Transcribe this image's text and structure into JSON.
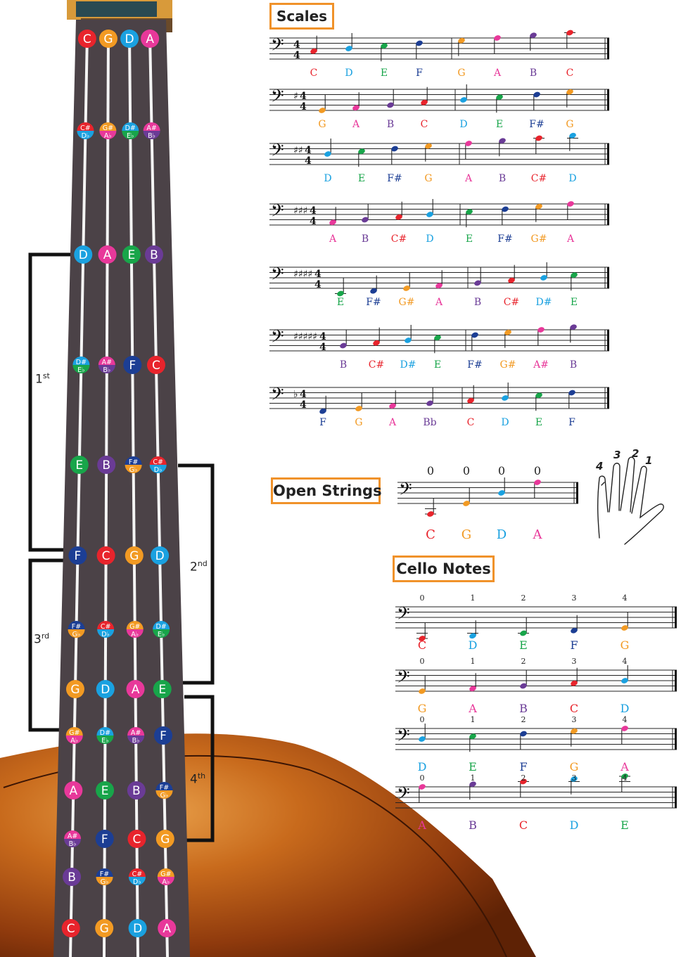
{
  "colors": {
    "C": "#e8242c",
    "D": "#1aa1e0",
    "E": "#18a54a",
    "F": "#1c3e94",
    "G": "#f29a23",
    "A": "#e8389a",
    "B": "#6a3b96",
    "header_border": "#f0922a",
    "fingerboard": "#4b4247",
    "string": "#f4f4f4"
  },
  "sections": {
    "scales": "Scales",
    "open_strings": "Open Strings",
    "cello_notes": "Cello Notes"
  },
  "positions": {
    "first": {
      "num": "1",
      "suffix": "st"
    },
    "second": {
      "num": "2",
      "suffix": "nd"
    },
    "third": {
      "num": "3",
      "suffix": "rd"
    },
    "fourth": {
      "num": "4",
      "suffix": "th"
    }
  },
  "fingerboard_rows": [
    [
      [
        "C"
      ],
      [
        "G"
      ],
      [
        "D"
      ],
      [
        "A"
      ]
    ],
    [
      [
        "C#",
        "D♭"
      ],
      [
        "G#",
        "A♭"
      ],
      [
        "D#",
        "E♭"
      ],
      [
        "A#",
        "B♭"
      ]
    ],
    [
      [
        "D"
      ],
      [
        "A"
      ],
      [
        "E"
      ],
      [
        "B"
      ]
    ],
    [
      [
        "D#",
        "E♭"
      ],
      [
        "A#",
        "B♭"
      ],
      [
        "F"
      ],
      [
        "C"
      ]
    ],
    [
      [
        "E"
      ],
      [
        "B"
      ],
      [
        "F#",
        "G♭"
      ],
      [
        "C#",
        "D♭"
      ]
    ],
    [
      [
        "F"
      ],
      [
        "C"
      ],
      [
        "G"
      ],
      [
        "D"
      ]
    ],
    [
      [
        "F#",
        "G♭"
      ],
      [
        "C#",
        "D♭"
      ],
      [
        "G#",
        "A♭"
      ],
      [
        "D#",
        "E♭"
      ]
    ],
    [
      [
        "G"
      ],
      [
        "D"
      ],
      [
        "A"
      ],
      [
        "E"
      ]
    ],
    [
      [
        "G#",
        "A♭"
      ],
      [
        "D#",
        "E♭"
      ],
      [
        "A#",
        "B♭"
      ],
      [
        "F"
      ]
    ],
    [
      [
        "A"
      ],
      [
        "E"
      ],
      [
        "B"
      ],
      [
        "F#",
        "G♭"
      ]
    ],
    [
      [
        "A#",
        "B♭"
      ],
      [
        "F"
      ],
      [
        "C"
      ],
      [
        "G"
      ]
    ],
    [
      [
        "B"
      ],
      [
        "F#",
        "G♭"
      ],
      [
        "C#",
        "D♭"
      ],
      [
        "G#",
        "A♭"
      ]
    ],
    [
      [
        "C"
      ],
      [
        "G"
      ],
      [
        "D"
      ],
      [
        "A"
      ]
    ]
  ],
  "scales": [
    {
      "key": "",
      "notes": [
        "C",
        "D",
        "E",
        "F",
        "G",
        "A",
        "B",
        "C"
      ]
    },
    {
      "key": "♯",
      "notes": [
        "G",
        "A",
        "B",
        "C",
        "D",
        "E",
        "F#",
        "G"
      ]
    },
    {
      "key": "♯♯",
      "notes": [
        "D",
        "E",
        "F#",
        "G",
        "A",
        "B",
        "C#",
        "D"
      ]
    },
    {
      "key": "♯♯♯",
      "notes": [
        "A",
        "B",
        "C#",
        "D",
        "E",
        "F#",
        "G#",
        "A"
      ]
    },
    {
      "key": "♯♯♯♯",
      "notes": [
        "E",
        "F#",
        "G#",
        "A",
        "B",
        "C#",
        "D#",
        "E"
      ]
    },
    {
      "key": "♯♯♯♯♯",
      "notes": [
        "B",
        "C#",
        "D#",
        "E",
        "F#",
        "G#",
        "A#",
        "B"
      ]
    },
    {
      "key": "♭",
      "notes": [
        "F",
        "G",
        "A",
        "Bb",
        "C",
        "D",
        "E",
        "F"
      ]
    }
  ],
  "open_strings": {
    "fingers": [
      "0",
      "0",
      "0",
      "0"
    ],
    "notes": [
      "C",
      "G",
      "D",
      "A"
    ]
  },
  "hand_fingers": [
    "4",
    "3",
    "2",
    "1"
  ],
  "cello_notes": [
    {
      "fingers": [
        "0",
        "1",
        "2",
        "3",
        "4"
      ],
      "notes": [
        "C",
        "D",
        "E",
        "F",
        "G"
      ]
    },
    {
      "fingers": [
        "0",
        "1",
        "2",
        "3",
        "4"
      ],
      "notes": [
        "G",
        "A",
        "B",
        "C",
        "D"
      ]
    },
    {
      "fingers": [
        "0",
        "1",
        "2",
        "3",
        "4"
      ],
      "notes": [
        "D",
        "E",
        "F",
        "G",
        "A"
      ]
    },
    {
      "fingers": [
        "0",
        "1",
        "2",
        "3",
        "4"
      ],
      "notes": [
        "A",
        "B",
        "C",
        "D",
        "E"
      ]
    }
  ]
}
